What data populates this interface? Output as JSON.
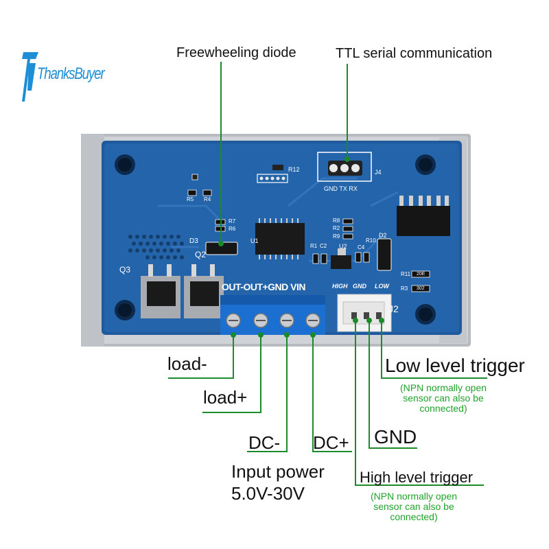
{
  "brand": {
    "logo_text": "ThanksBuyer",
    "colors": {
      "logo": "#1e8ed6",
      "pcb": "#1f5a9e",
      "case": "#c9ccd0",
      "terminal": "#1a6fd0",
      "leader": "#1a8a2a",
      "note": "#1fa32a"
    }
  },
  "callouts": {
    "freewheeling_diode": "Freewheeling diode",
    "ttl_serial": "TTL serial communication",
    "load_minus": "load-",
    "load_plus": "load+",
    "dc_minus": "DC-",
    "dc_plus": "DC+",
    "input_power_line1": "Input power",
    "input_power_line2": "5.0V-30V",
    "low_trigger": "Low level trigger",
    "low_note": [
      "(NPN normally open",
      "sensor can also be",
      "connected)"
    ],
    "gnd": "GND",
    "high_trigger": "High level trigger",
    "high_note": [
      "(NPN normally open",
      "sensor can also be",
      "connected)"
    ]
  },
  "silkscreen": {
    "terminal_labels": "OUT-OUT+GND VIN",
    "trigger_labels": [
      "HIGH",
      "GND",
      "LOW"
    ],
    "j4_pins": "GND TX  RX",
    "j4": "J4",
    "j2": "J2",
    "q3": "Q3",
    "q2": "Q2",
    "d3": "D3",
    "u1": "U1",
    "u2": "U2",
    "d2": "D2",
    "r12": "R12",
    "r5": "R5",
    "r4": "R4",
    "r7": "R7",
    "r6": "R6",
    "r8": "R8",
    "r2": "R2",
    "r9": "R9",
    "r1": "R1",
    "c2": "C2",
    "c4": "C4",
    "r10": "R10",
    "r11": "R11",
    "r3": "R3",
    "r11_val": "20E",
    "r3_val": "302"
  }
}
